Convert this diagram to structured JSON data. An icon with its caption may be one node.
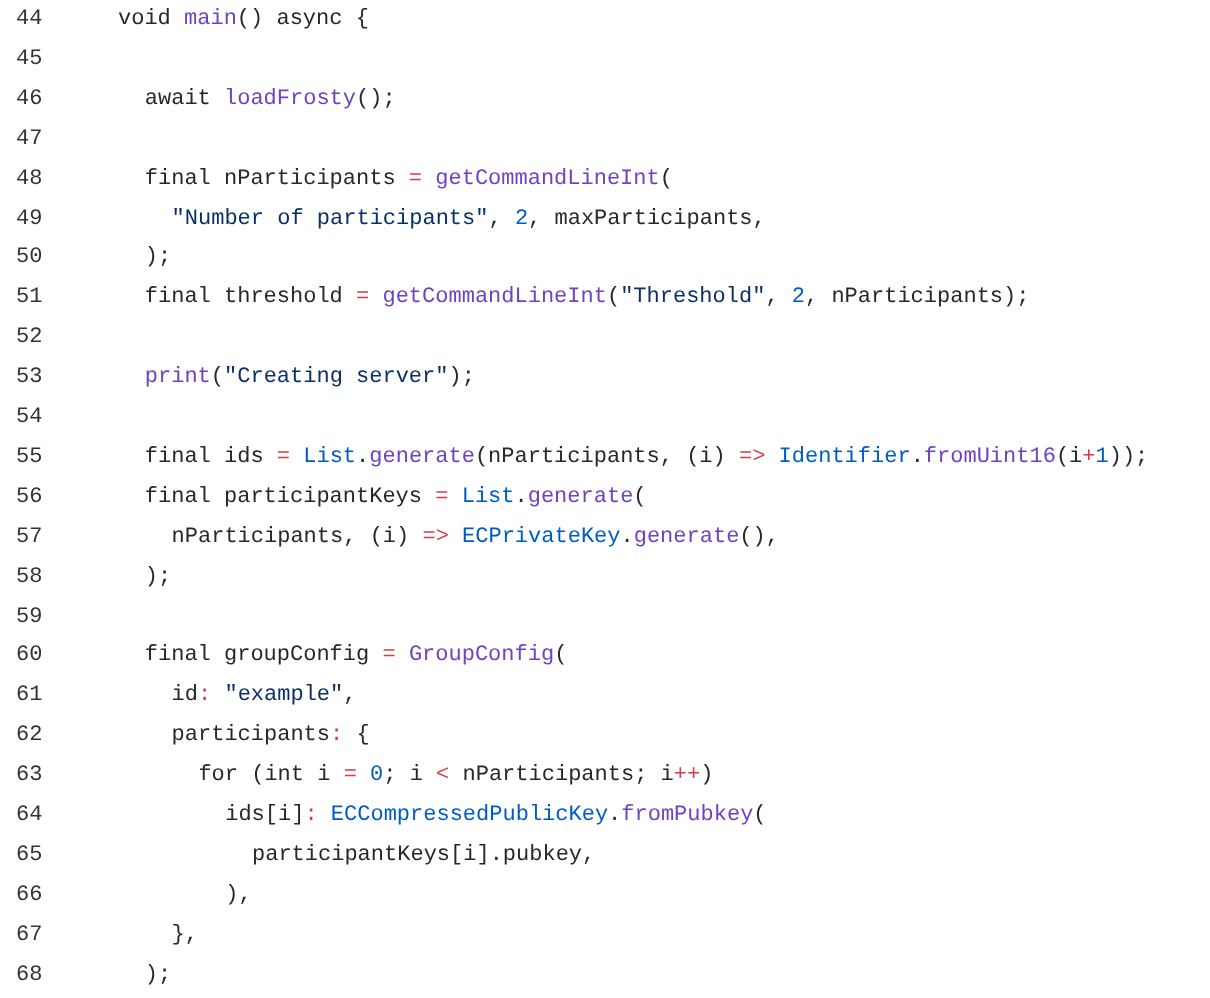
{
  "diagram": {
    "labels": [
      "44",
      "void main() async {",
      "45",
      "46",
      "await loadFrosty();",
      "47",
      "48",
      "final nParticipants = getCommandLineInt(",
      "49",
      "\"Number of participants\", 2, maxParticipants,",
      "50",
      ");",
      "51",
      "final threshold = getCommandLineInt(\"Threshold\", 2, nParticipants);",
      "52",
      "53",
      "print(\"Creating server\");",
      "54",
      "55",
      "final ids = List.generate(nParticipants, (i) => Identifier.fromUint16(i+1));",
      "56",
      "final participantKeys = List.generate(",
      "57",
      "nParticipants, (i) => ECPrivateKey.generate(),",
      "58",
      ");",
      "59",
      "60",
      "final groupConfig = GroupConfig(",
      "61",
      "id: \"example\",",
      "62",
      "participants: {",
      "63",
      "for (int i = 0; i < nParticipants; i++)",
      "64",
      "ids[i]: ECCompressedPublicKey.fromPubkey(",
      "65",
      "participantKeys[i].pubkey,",
      "66",
      "),",
      "67",
      "},",
      "68",
      ");"
    ]
  }
}
